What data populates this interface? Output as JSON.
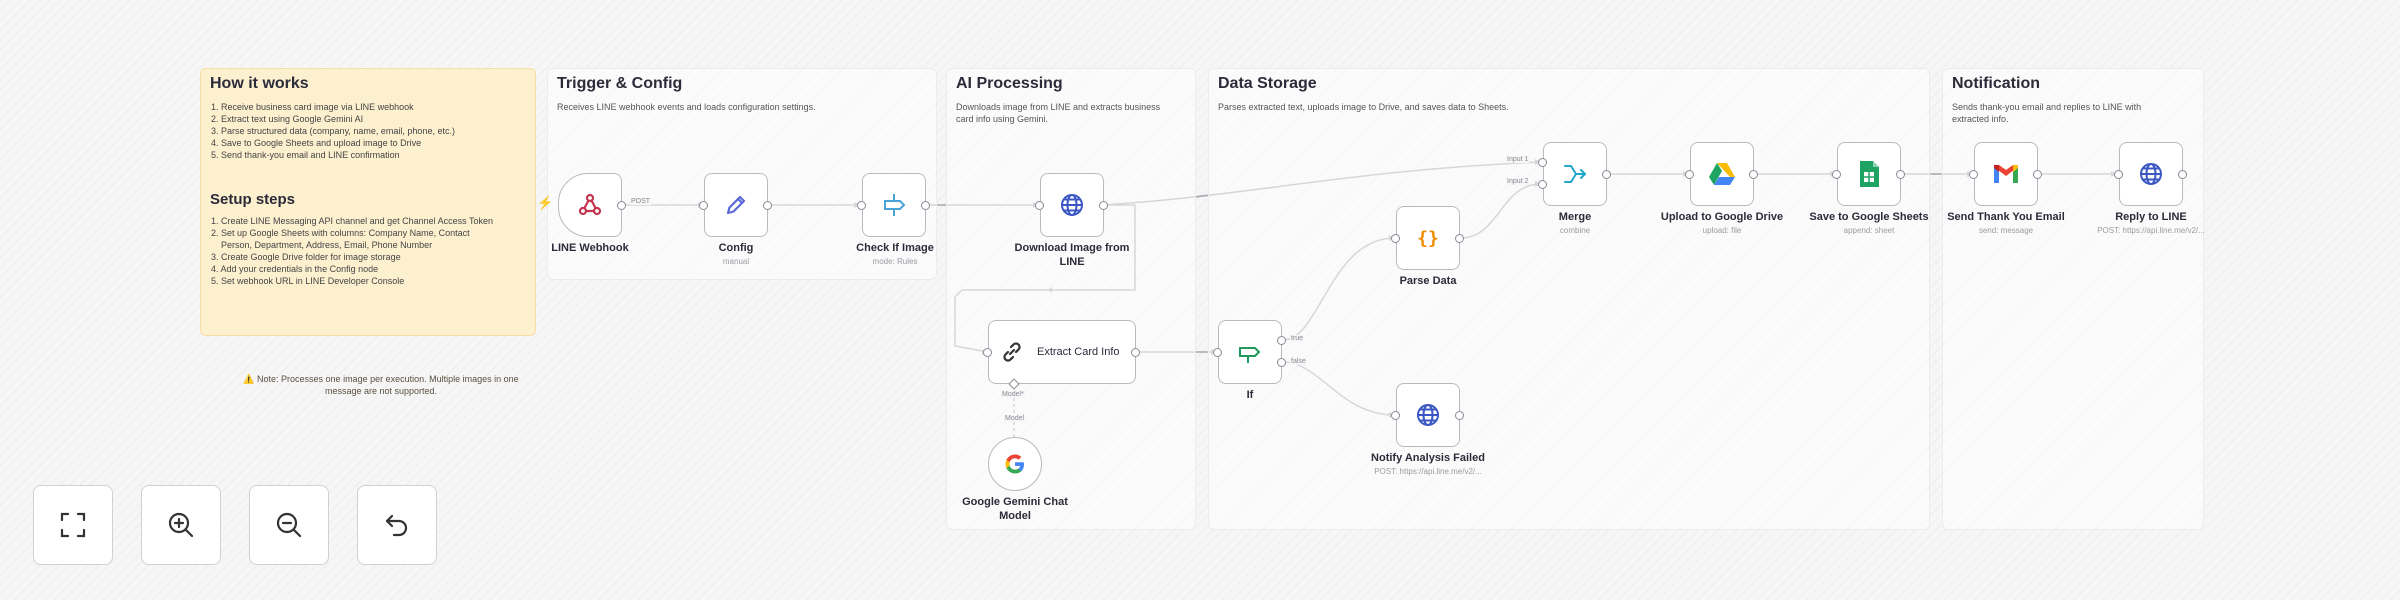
{
  "sections": {
    "how": {
      "title": "How it works",
      "items": [
        "1. Receive business card image via LINE webhook",
        "2. Extract text using Google Gemini AI",
        "3. Parse structured data (company, name, email, phone, etc.)",
        "4. Save to Google Sheets and upload image to Drive",
        "5. Send thank-you email and LINE confirmation"
      ],
      "setup_title": "Setup steps",
      "setup_items": [
        "1. Create LINE Messaging API channel and get Channel Access Token",
        "2. Set up Google Sheets with columns: Company Name, Contact",
        "    Person, Department, Address, Email, Phone Number",
        "3. Create Google Drive folder for image storage",
        "4. Add your credentials in the Config node",
        "5. Set webhook URL in LINE Developer Console"
      ],
      "note_line1": "⚠️ Note: Processes one image per execution. Multiple images in one",
      "note_line2": "message are not supported."
    },
    "trigger": {
      "title": "Trigger & Config",
      "desc": "Receives LINE webhook events and loads configuration settings."
    },
    "ai": {
      "title": "AI Processing",
      "desc_line1": "Downloads image from LINE and extracts business",
      "desc_line2": "card info using Gemini."
    },
    "storage": {
      "title": "Data Storage",
      "desc": "Parses extracted text, uploads image to Drive, and saves data to Sheets."
    },
    "notify": {
      "title": "Notification",
      "desc_line1": "Sends thank-you email and replies to LINE with",
      "desc_line2": "extracted info."
    }
  },
  "nodes": {
    "webhook": {
      "label": "LINE Webhook",
      "icon": "webhook-icon",
      "out_label": "POST"
    },
    "config": {
      "label": "Config",
      "sub": "manual",
      "icon": "pencil-icon"
    },
    "check": {
      "label": "Check If Image",
      "sub": "mode: Rules",
      "icon": "switch-icon"
    },
    "download": {
      "label_line1": "Download Image from",
      "label_line2": "LINE",
      "icon": "globe-icon"
    },
    "extract": {
      "label": "Extract Card Info",
      "icon": "chain-link-icon",
      "port_label": "Model*"
    },
    "gemini": {
      "label_line1": "Google Gemini Chat",
      "label_line2": "Model",
      "icon": "google-icon",
      "port_label": "Model"
    },
    "if": {
      "label": "If",
      "icon": "if-icon",
      "true_label": "true",
      "false_label": "false"
    },
    "parse": {
      "label": "Parse Data",
      "icon": "code-braces-icon"
    },
    "failed": {
      "label": "Notify Analysis Failed",
      "sub": "POST: https://api.line.me/v2/...",
      "icon": "globe-icon"
    },
    "merge": {
      "label": "Merge",
      "sub": "combine",
      "icon": "merge-icon",
      "in1": "Input 1",
      "in2": "Input 2"
    },
    "drive": {
      "label": "Upload to Google Drive",
      "sub": "upload: file",
      "icon": "google-drive-icon"
    },
    "sheets": {
      "label": "Save to Google Sheets",
      "sub": "append: sheet",
      "icon": "google-sheets-icon"
    },
    "gmail": {
      "label": "Send Thank You Email",
      "sub": "send: message",
      "icon": "gmail-icon"
    },
    "reply": {
      "label": "Reply to LINE",
      "sub": "POST: https://api.line.me/v2/...",
      "icon": "globe-icon"
    }
  },
  "controls": [
    "fit-view-icon",
    "zoom-in-icon",
    "zoom-out-icon",
    "undo-icon"
  ],
  "colors": {
    "sticky_yellow": "#fdf0cf",
    "node_border": "#b9b9c2",
    "accent": "#ff6d5a",
    "globe": "#3b57c4",
    "pencil": "#5a68d6",
    "sheets_green": "#1ea362",
    "merge_teal": "#1fa6c9",
    "switch_blue": "#4aa3d8",
    "if_green": "#1f9a5c",
    "parse_orange": "#f08a00"
  }
}
